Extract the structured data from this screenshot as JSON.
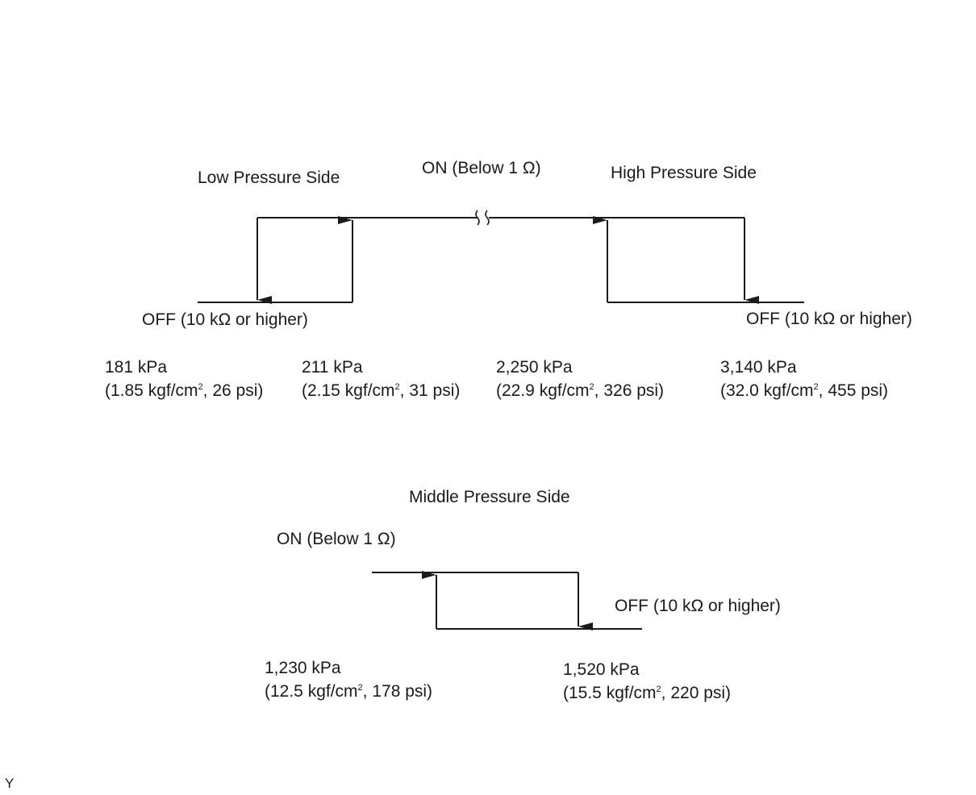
{
  "top_diagram": {
    "low_side_label": "Low Pressure Side",
    "high_side_label": "High Pressure Side",
    "on_label": "ON (Below 1 Ω)",
    "off_left_label": "OFF (10 kΩ or higher)",
    "off_right_label": "OFF (10 kΩ or higher)",
    "pressure_points": [
      {
        "kpa": "181 kPa",
        "detail_pre": "(1.85 kgf/cm",
        "detail_sup": "2",
        "detail_post": ", 26 psi)"
      },
      {
        "kpa": "211 kPa",
        "detail_pre": "(2.15 kgf/cm",
        "detail_sup": "2",
        "detail_post": ", 31 psi)"
      },
      {
        "kpa": "2,250 kPa",
        "detail_pre": "(22.9 kgf/cm",
        "detail_sup": "2",
        "detail_post": ", 326 psi)"
      },
      {
        "kpa": "3,140 kPa",
        "detail_pre": "(32.0 kgf/cm",
        "detail_sup": "2",
        "detail_post": ", 455 psi)"
      }
    ]
  },
  "bottom_diagram": {
    "middle_side_label": "Middle Pressure Side",
    "on_label": "ON (Below 1 Ω)",
    "off_label": "OFF (10 kΩ or higher)",
    "pressure_points": [
      {
        "kpa": "1,230 kPa",
        "detail_pre": "(12.5 kgf/cm",
        "detail_sup": "2",
        "detail_post": ", 178 psi)"
      },
      {
        "kpa": "1,520 kPa",
        "detail_pre": "(15.5 kgf/cm",
        "detail_sup": "2",
        "detail_post": ", 220 psi)"
      }
    ]
  },
  "corner_mark": "Y",
  "line_color": "#1a1a1a"
}
